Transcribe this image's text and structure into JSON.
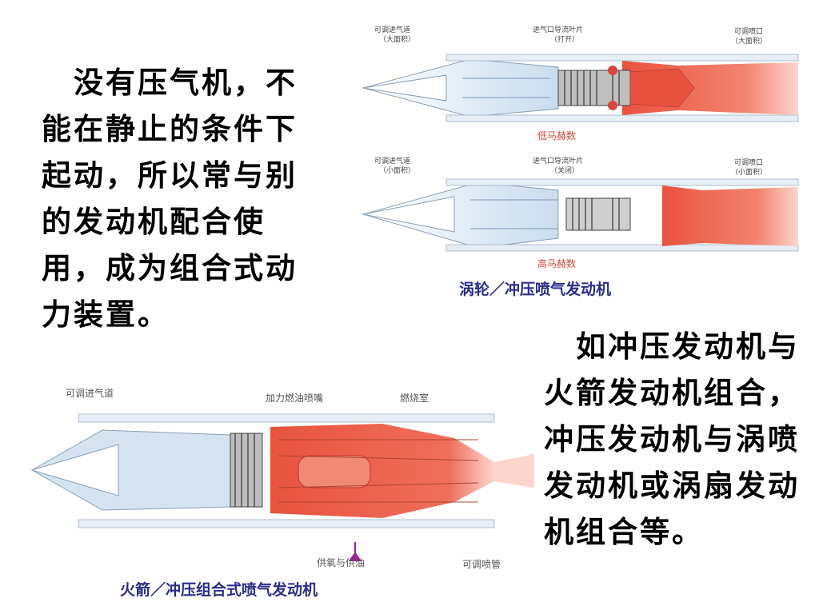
{
  "text": {
    "left_paragraph": "　没有压气机，不能在静止的条件下起动，所以常与别的发动机配合使用，成为组合式动力装置。",
    "right_paragraph": "　如冲压发动机与火箭发动机组合，冲压发动机与涡喷发动机或涡扇发动机组合等。"
  },
  "figure_top": {
    "caption": "涡轮／冲压喷气发动机",
    "upper": {
      "label_inlet": "可调进气道",
      "label_inlet_sub": "（大面积）",
      "label_guide": "进气口导流叶片",
      "label_guide_sub": "（打开）",
      "label_nozzle": "可调喷口",
      "label_nozzle_sub": "（大面积）",
      "mode": "低马赫数"
    },
    "lower": {
      "label_inlet": "可调进气道",
      "label_inlet_sub": "（小面积）",
      "label_guide": "进气口导流叶片",
      "label_guide_sub": "（关闭）",
      "label_nozzle": "可调喷口",
      "label_nozzle_sub": "（小面积）",
      "mode": "高马赫数"
    }
  },
  "figure_bottom": {
    "caption": "火箭／冲压组合式喷气发动机",
    "label_inlet": "可调进气道",
    "label_injector": "加力燃油喷嘴",
    "label_combustor": "燃烧室",
    "label_supply": "供氧与供油",
    "label_nozzle": "可调喷管"
  },
  "colors": {
    "flame": "#e8533f",
    "air": "#c9dcee",
    "caption": "#2a2f8f",
    "supply_arrow": "#a020a0"
  }
}
